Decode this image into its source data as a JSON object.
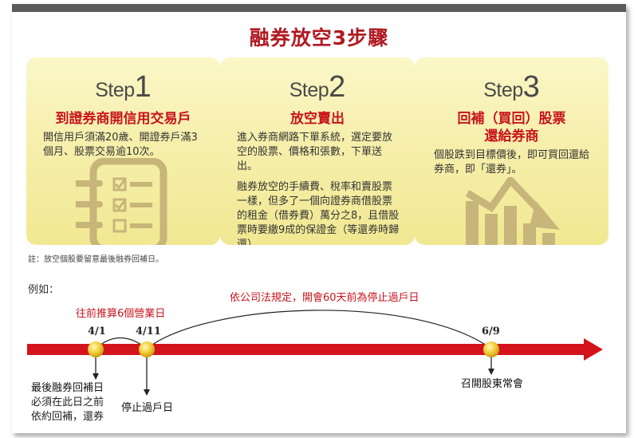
{
  "title": "融券放空3步驟",
  "steps": [
    {
      "step_word": "Step",
      "step_num": "1",
      "heading": "到證券商開信用交易戶",
      "body": [
        "開信用戶須滿20歲、開證券戶滿3個月、股票交易逾10次。"
      ],
      "icon": "checklist-icon"
    },
    {
      "step_word": "Step",
      "step_num": "2",
      "heading": "放空賣出",
      "body": [
        "進入券商網路下單系統，選定要放空的股票、價格和張數，下單送出。",
        "融券放空的手續費、稅率和賣股票一樣，但多了一個向證券商借股票的租金（借券費）萬分之8，且借股票時要繳9成的保證金（等還券時歸還）。"
      ]
    },
    {
      "step_word": "Step",
      "step_num": "3",
      "heading_line1": "回補（買回）股票",
      "heading_line2": "還給券商",
      "body": [
        "個股跌到目標價後，即可買回還給券商，即「還券」。"
      ],
      "icon": "declining-chart-icon"
    }
  ],
  "note": "註：放空個股要留意最後融券回補日。",
  "example_label": "例如：",
  "timeline": {
    "arc_long_label": "依公司法規定，開會60天前為停止過戶日",
    "arc_short_label": "往前推算6個營業日",
    "dates": [
      "4/1",
      "4/11",
      "6/9"
    ],
    "events": {
      "last_cover_title": "最後融券回補日",
      "last_cover_desc_1": "必須在此日之前",
      "last_cover_desc_2": "依約回補，還券",
      "book_closure": "停止過戶日",
      "shareholder_meeting": "召開股東常會"
    }
  },
  "colors": {
    "accent_red": "#c8141c",
    "card_yellow": "#f6efac",
    "icon_tan": "#c7b57a",
    "dark_bar": "#5b5b5b"
  }
}
